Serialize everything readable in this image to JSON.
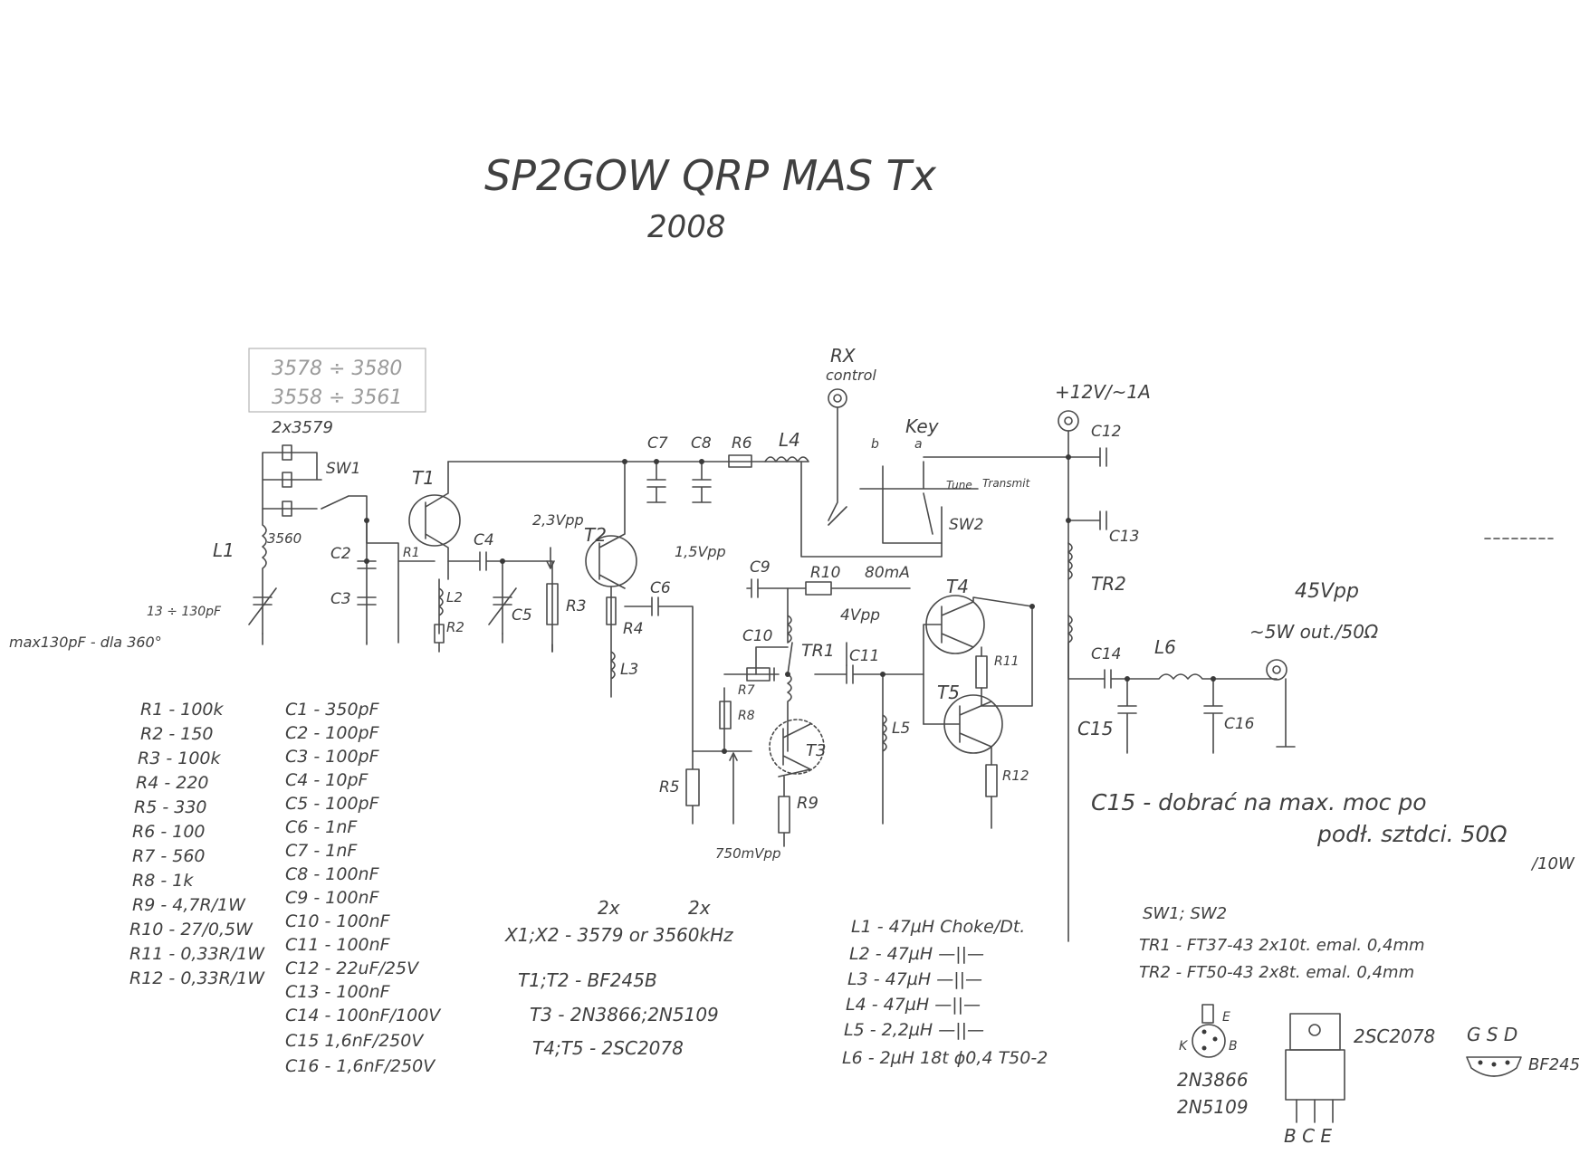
{
  "title": "SP2GOW   QRP MAS Tx",
  "year": "2008",
  "freq": {
    "line1": "3578 ÷ 3580",
    "line2": "3558 ÷ 3561"
  },
  "crystal_label": "2x3579",
  "schematic": {
    "sw1": "SW1",
    "t1": "T1",
    "t2": "T2",
    "t3": "T3",
    "t4": "T4",
    "t5": "T5",
    "l1": "L1",
    "l2": "L2",
    "l3": "L3",
    "l4": "L4",
    "l5": "L5",
    "l6": "L6",
    "c2": "C2",
    "c3": "C3",
    "c4": "C4",
    "c5": "C5",
    "c6": "C6",
    "c7": "C7",
    "c8": "C8",
    "c9": "C9",
    "c10": "C10",
    "c11": "C11",
    "c12": "C12",
    "c13": "C13",
    "c14": "C14",
    "c15": "C15",
    "c16": "C16",
    "r1": "R1",
    "r2": "R2",
    "r3": "R3",
    "r4": "R4",
    "r5": "R5",
    "r6": "R6",
    "r7": "R7",
    "r8": "R8",
    "r9": "R9",
    "r10": "R10",
    "r11": "R11",
    "r12": "R12",
    "tr1": "TR1",
    "tr2": "TR2",
    "sw2": "SW2",
    "key": "Key",
    "rx": "RX",
    "control": "control",
    "supply": "+12V/~1A",
    "tune": "Tune",
    "transmit": "Transmit",
    "b": "b",
    "a": "a",
    "x3560": "3560",
    "v23": "2,3Vpp",
    "v15": "1,5Vpp",
    "v4": "4Vpp",
    "ma80": "80mA",
    "mv750": "750mVpp",
    "v45": "45Vpp",
    "out": "~5W out./50Ω",
    "trim": "13 ÷ 130pF",
    "maxnote": "max130pF - dla 360°"
  },
  "c15_note": {
    "line1": "C15 - dobrać na max. moc po",
    "line2": "podł. sztdci. 50Ω",
    "line3": "/10W"
  },
  "resistors": [
    "R1 - 100k",
    "R2 - 150",
    "R3 - 100k",
    "R4 - 220",
    "R5 - 330",
    "R6 - 100",
    "R7 - 560",
    "R8 - 1k",
    "R9 - 4,7R/1W",
    "R10 - 27/0,5W",
    "R11 - 0,33R/1W",
    "R12 - 0,33R/1W"
  ],
  "capacitors": [
    "C1 - 350pF",
    "C2 - 100pF",
    "C3 - 100pF",
    "C4 - 10pF",
    "C5 - 100pF",
    "C6 - 1nF",
    "C7 - 1nF",
    "C8 - 100nF",
    "C9 - 100nF",
    "C10 - 100nF",
    "C11 - 100nF",
    "C12 - 22uF/25V",
    "C13 - 100nF",
    "C14 - 100nF/100V",
    "C15 1,6nF/250V",
    "C16 - 1,6nF/250V"
  ],
  "parts": {
    "x_2x_a": "2x",
    "x_2x_b": "2x",
    "x1x2": "X1;X2 - 3579 or 3560kHz",
    "t1t2": "T1;T2 - BF245B",
    "t3": "T3 - 2N3866;2N5109",
    "t4t5": "T4;T5 - 2SC2078"
  },
  "inductors": [
    "L1 - 47µH  Choke/Dt.",
    "L2 - 47µH  —||—",
    "L3 - 47µH  —||—",
    "L4 - 47µH  —||—",
    "L5 - 2,2µH  —||—",
    "L6 - 2µH   18t ϕ0,4 T50-2"
  ],
  "transformers": {
    "sw": "SW1; SW2",
    "tr1": "TR1 - FT37-43  2x10t. emal. 0,4mm",
    "tr2": "TR2 - FT50-43  2x8t. emal. 0,4mm"
  },
  "pinouts": {
    "e": "E",
    "k": "K",
    "bpin": "B",
    "n3866": "2N3866",
    "n5109": "2N5109",
    "sc": "2SC2078",
    "bce": "B C E",
    "gsd": "G S D",
    "bf245": "BF245"
  }
}
